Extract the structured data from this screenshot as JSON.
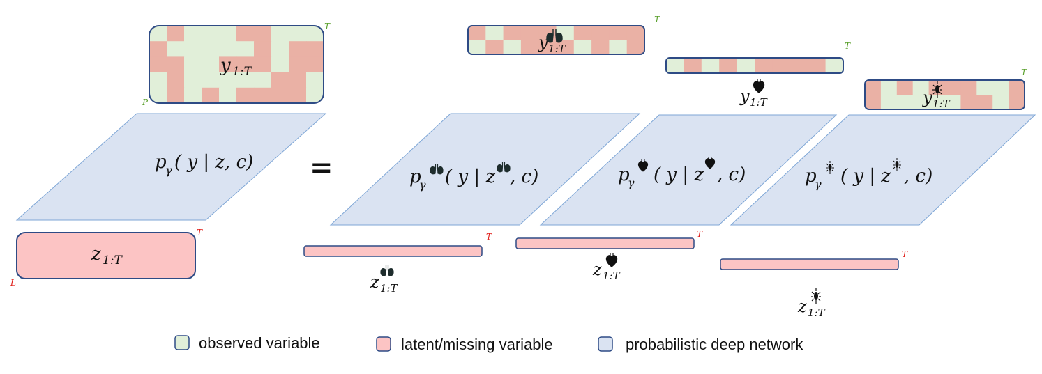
{
  "colors": {
    "observed": "#e1efd9",
    "missing": "#eab1a5",
    "latent": "#fcc4c4",
    "network": "#dae3f2",
    "network_stroke": "#7ea6d6",
    "border": "#2e4b85",
    "dim_green": "#5aa02c",
    "dim_red": "#e0201b"
  },
  "left": {
    "y_label": "y",
    "y_sub": "1:T",
    "y_dim_t": "T",
    "y_dim_p": "P",
    "grid": [
      [
        0,
        1,
        0,
        0,
        0,
        1,
        1,
        0,
        0,
        0
      ],
      [
        1,
        0,
        0,
        0,
        0,
        0,
        1,
        0,
        1,
        1
      ],
      [
        1,
        1,
        0,
        0,
        1,
        1,
        1,
        0,
        1,
        1
      ],
      [
        0,
        1,
        0,
        0,
        0,
        0,
        0,
        1,
        1,
        0
      ],
      [
        0,
        1,
        0,
        1,
        0,
        1,
        1,
        1,
        1,
        0
      ]
    ],
    "network_label_p": "p",
    "network_label_gamma": "γ",
    "network_label_args": "( y | z, c)",
    "z_label": "z",
    "z_sub": "1:T",
    "z_dim_t": "T",
    "z_dim_l": "L"
  },
  "equals": "=",
  "lung": {
    "y_label": "y",
    "y_sub": "1:T",
    "y_dim_t": "T",
    "cells": [
      1,
      0,
      1,
      1,
      1,
      0,
      1,
      1,
      1,
      1
    ],
    "cells2": [
      0,
      1,
      0,
      1,
      1,
      1,
      0,
      1,
      0,
      1
    ],
    "network_p": "p",
    "network_gamma": "γ",
    "network_args_a": "( y | z",
    "network_args_b": ", c)",
    "z_label": "z",
    "z_sub": "1:T",
    "z_dim_t": "T",
    "icon": "lung-icon"
  },
  "heart": {
    "y_label": "y",
    "y_sub": "1:T",
    "y_dim_t": "T",
    "cells": [
      0,
      1,
      0,
      1,
      0,
      1,
      1,
      1,
      1,
      0
    ],
    "network_p": "p",
    "network_gamma": "γ",
    "network_args_a": "( y | z",
    "network_args_b": ", c)",
    "z_label": "z",
    "z_sub": "1:T",
    "z_dim_t": "T",
    "icon": "heart-icon"
  },
  "kidney": {
    "y_label": "y",
    "y_sub": "1:T",
    "y_dim_t": "T",
    "cells": [
      1,
      0,
      1,
      0,
      1,
      1,
      1,
      0,
      0,
      1
    ],
    "cells2": [
      1,
      0,
      0,
      0,
      0,
      0,
      1,
      1,
      0,
      1
    ],
    "network_p": "p",
    "network_gamma": "γ",
    "network_args_a": "( y | z",
    "network_args_b": ", c)",
    "z_label": "z",
    "z_sub": "1:T",
    "z_dim_t": "T",
    "icon": "kidney-icon"
  },
  "legend": {
    "observed": "observed variable",
    "latent": "latent/missing variable",
    "network": "probabilistic deep network"
  }
}
